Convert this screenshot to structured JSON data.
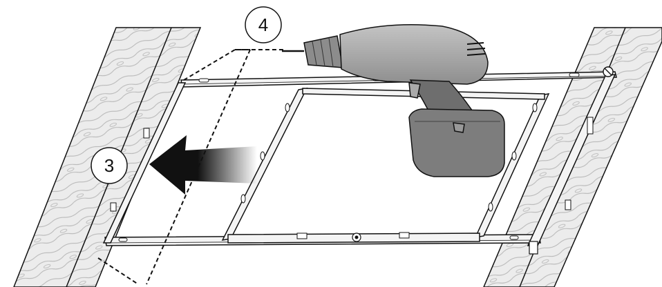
{
  "steps": [
    {
      "number": "3"
    },
    {
      "number": "4"
    }
  ],
  "icons": [
    "wood-stud-left",
    "wood-stud-right",
    "mounting-bracket-frame",
    "cordless-drill-icon",
    "direction-arrow-icon"
  ],
  "colors": {
    "wood": "#e8e8e8",
    "wood_grain": "#b5b5b5",
    "outline": "#111111",
    "metal": "#f2f2f2",
    "drill_body": "#a6a6a6",
    "drill_dark": "#6e6e6e",
    "drill_battery": "#7d7d7d",
    "arrow": "#111111"
  }
}
